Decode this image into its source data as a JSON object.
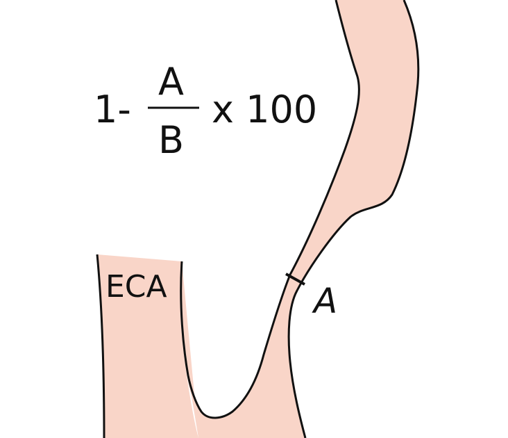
{
  "formula": {
    "prefix": "1-",
    "numerator": "A",
    "denominator": "B",
    "suffix": "x 100"
  },
  "labels": {
    "eca": "ECA",
    "segment": "A"
  },
  "colors": {
    "vessel_fill": "#f9d5c8",
    "outline": "#111111",
    "background": "#ffffff"
  }
}
